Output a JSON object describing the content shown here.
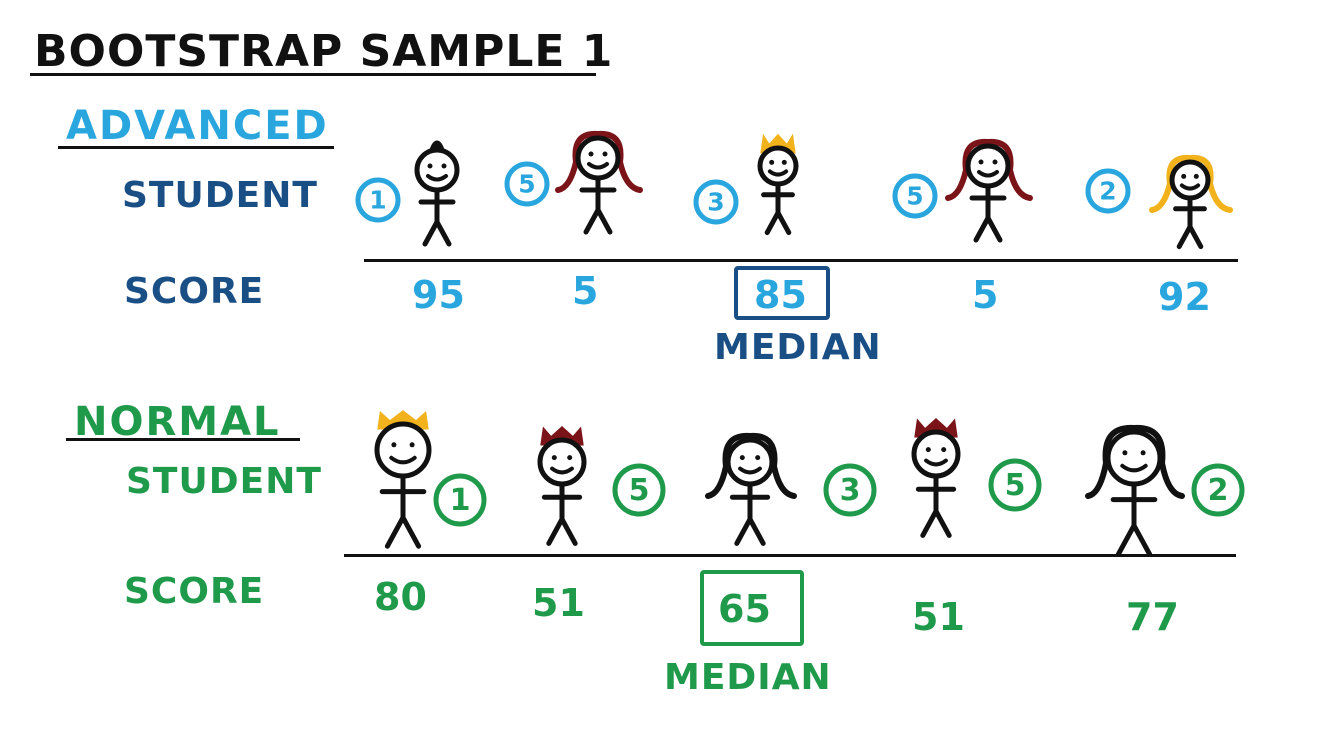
{
  "title": "BOOTSTRAP  SAMPLE 1",
  "advanced": {
    "heading": "ADVANCED",
    "student_label": "STUDENT",
    "score_label": "SCORE",
    "median_label": "MEDIAN",
    "students": [
      {
        "id": "1",
        "score": "95",
        "hair": "#111111"
      },
      {
        "id": "5",
        "score": "5",
        "hair": "#7a1418"
      },
      {
        "id": "3",
        "score": "85",
        "hair": "#f2b21c"
      },
      {
        "id": "5",
        "score": "5",
        "hair": "#7a1418"
      },
      {
        "id": "2",
        "score": "92",
        "hair": "#f2b21c"
      }
    ]
  },
  "normal": {
    "heading": "NORMAL",
    "student_label": "STUDENT",
    "score_label": "SCORE",
    "median_label": "MEDIAN",
    "students": [
      {
        "id": "1",
        "score": "80",
        "hair": "#f2b21c"
      },
      {
        "id": "5",
        "score": "51",
        "hair": "#7a1418"
      },
      {
        "id": "3",
        "score": "65",
        "hair": "#111111"
      },
      {
        "id": "5",
        "score": "51",
        "hair": "#7a1418"
      },
      {
        "id": "2",
        "score": "77",
        "hair": "#111111"
      }
    ]
  },
  "colors": {
    "advanced_light": "#2aa6de",
    "advanced_dark": "#1a4f86",
    "normal": "#1f9a4a",
    "ink": "#111111"
  }
}
